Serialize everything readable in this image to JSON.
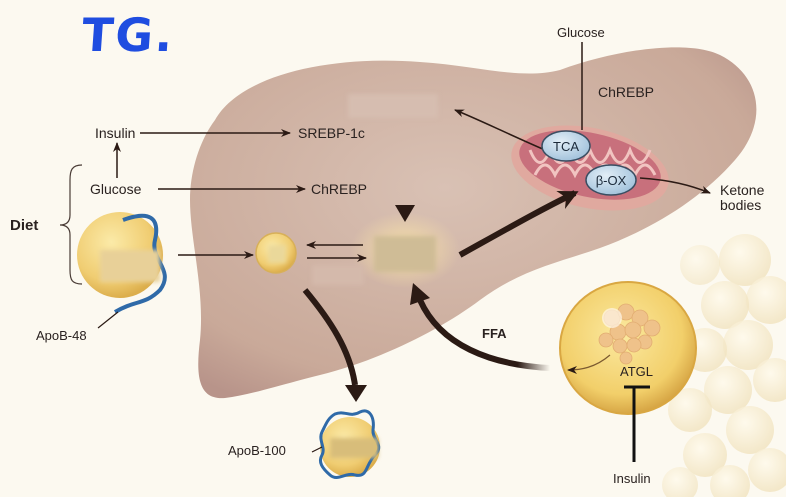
{
  "annotation": {
    "text": "TG.",
    "color": "#1f4de0"
  },
  "colors": {
    "background": "#fcf9f0",
    "liver": "#cfb3a6",
    "arrow": "#2b1a14",
    "lipid": "#f0cf7a",
    "apob": "#2f6aa8",
    "mitochondria": "#d99a9e",
    "enzyme_oval": "#b9d3e6"
  },
  "labels": {
    "insulin_left": "Insulin",
    "srebp": "SREBP-1c",
    "glucose_left": "Glucose",
    "chrebp_left": "ChREBP",
    "diet": "Diet",
    "apob48": "ApoB-48",
    "apob100": "ApoB-100",
    "glucose_top": "Glucose",
    "chrebp_top": "ChREBP",
    "tca": "TCA",
    "box": "β-OX",
    "ketone": "Ketone\nbodies",
    "ffa": "FFA",
    "atgl": "ATGL",
    "insulin_bottom": "Insulin"
  },
  "hidden_labels": [
    "chylomicron-label",
    "dnl-label",
    "tg-label",
    "lipid-droplet-label",
    "vldl-label",
    "hydrolysis-label"
  ]
}
